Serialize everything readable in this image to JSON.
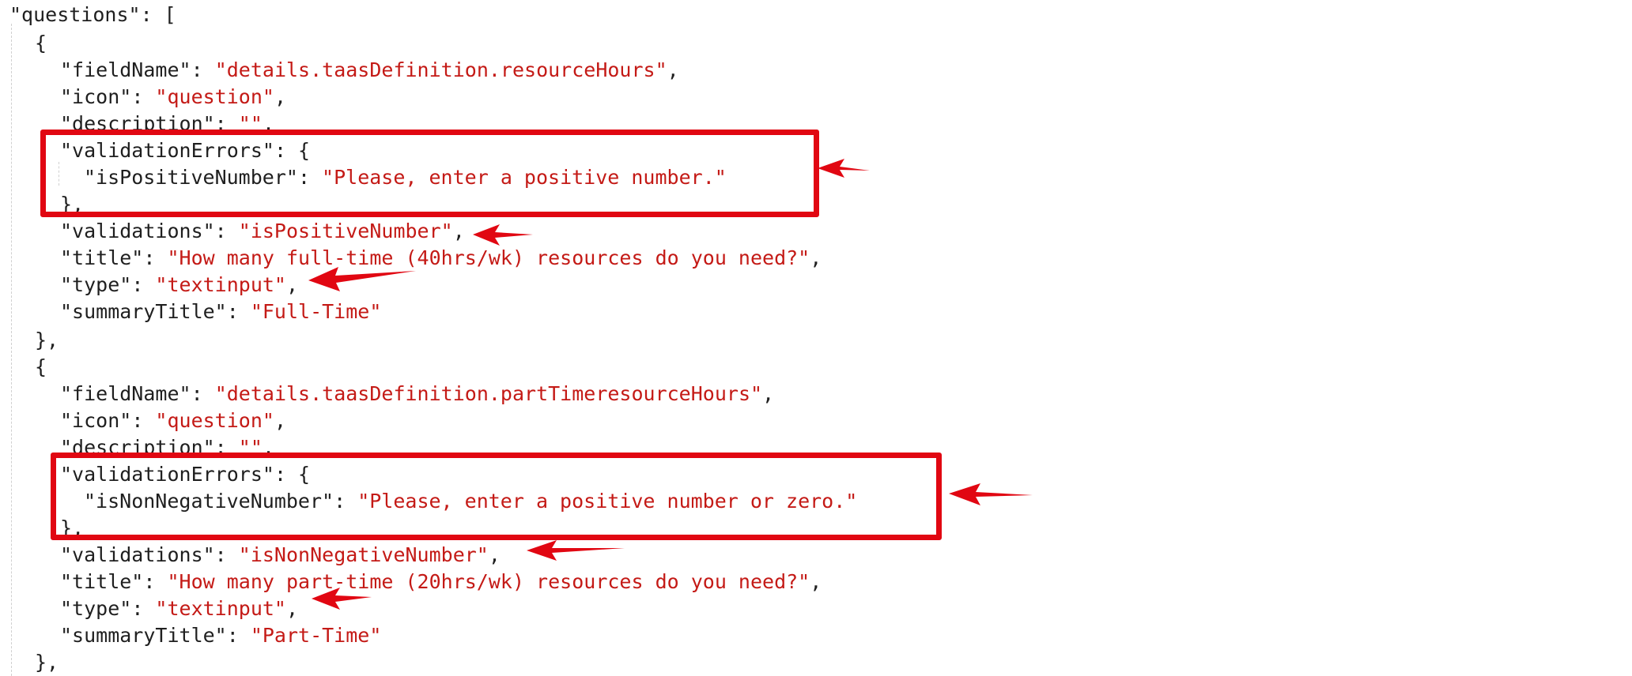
{
  "colors": {
    "background": "#ffffff",
    "key_text": "#1f1f1f",
    "string_value": "#c41a16",
    "annotation": "#e10712",
    "indent_guide": "#d0d0d0"
  },
  "code": {
    "root_key": "\"questions\"",
    "root_open": ": [",
    "items": [
      {
        "open": "{",
        "fieldName_key": "\"fieldName\"",
        "fieldName_value": "\"details.taasDefinition.resourceHours\"",
        "icon_key": "\"icon\"",
        "icon_value": "\"question\"",
        "description_key": "\"description\"",
        "description_value": "\"\"",
        "validationErrors_key": "\"validationErrors\"",
        "validationErrors_open": ": {",
        "rule_key": "\"isPositiveNumber\"",
        "rule_message": "\"Please, enter a positive number.\"",
        "validationErrors_close": "},",
        "validations_key": "\"validations\"",
        "validations_value": "\"isPositiveNumber\"",
        "title_key": "\"title\"",
        "title_value": "\"How many full-time (40hrs/wk) resources do you need?\"",
        "type_key": "\"type\"",
        "type_value": "\"textinput\"",
        "summaryTitle_key": "\"summaryTitle\"",
        "summaryTitle_value": "\"Full-Time\"",
        "close": "},"
      },
      {
        "open": "{",
        "fieldName_key": "\"fieldName\"",
        "fieldName_value": "\"details.taasDefinition.partTimeresourceHours\"",
        "icon_key": "\"icon\"",
        "icon_value": "\"question\"",
        "description_key": "\"description\"",
        "description_value": "\"\"",
        "validationErrors_key": "\"validationErrors\"",
        "validationErrors_open": ": {",
        "rule_key": "\"isNonNegativeNumber\"",
        "rule_message": "\"Please, enter a positive number or zero.\"",
        "validationErrors_close": "},",
        "validations_key": "\"validations\"",
        "validations_value": "\"isNonNegativeNumber\"",
        "title_key": "\"title\"",
        "title_value": "\"How many part-time (20hrs/wk) resources do you need?\"",
        "type_key": "\"type\"",
        "type_value": "\"textinput\"",
        "summaryTitle_key": "\"summaryTitle\"",
        "summaryTitle_value": "\"Part-Time\"",
        "close": "},"
      }
    ]
  },
  "punct": {
    "colon": ": ",
    "comma": ","
  },
  "annotations": {
    "arrow_icon": "red-arrow-left-icon",
    "box_count": 2,
    "arrow_count": 6
  }
}
